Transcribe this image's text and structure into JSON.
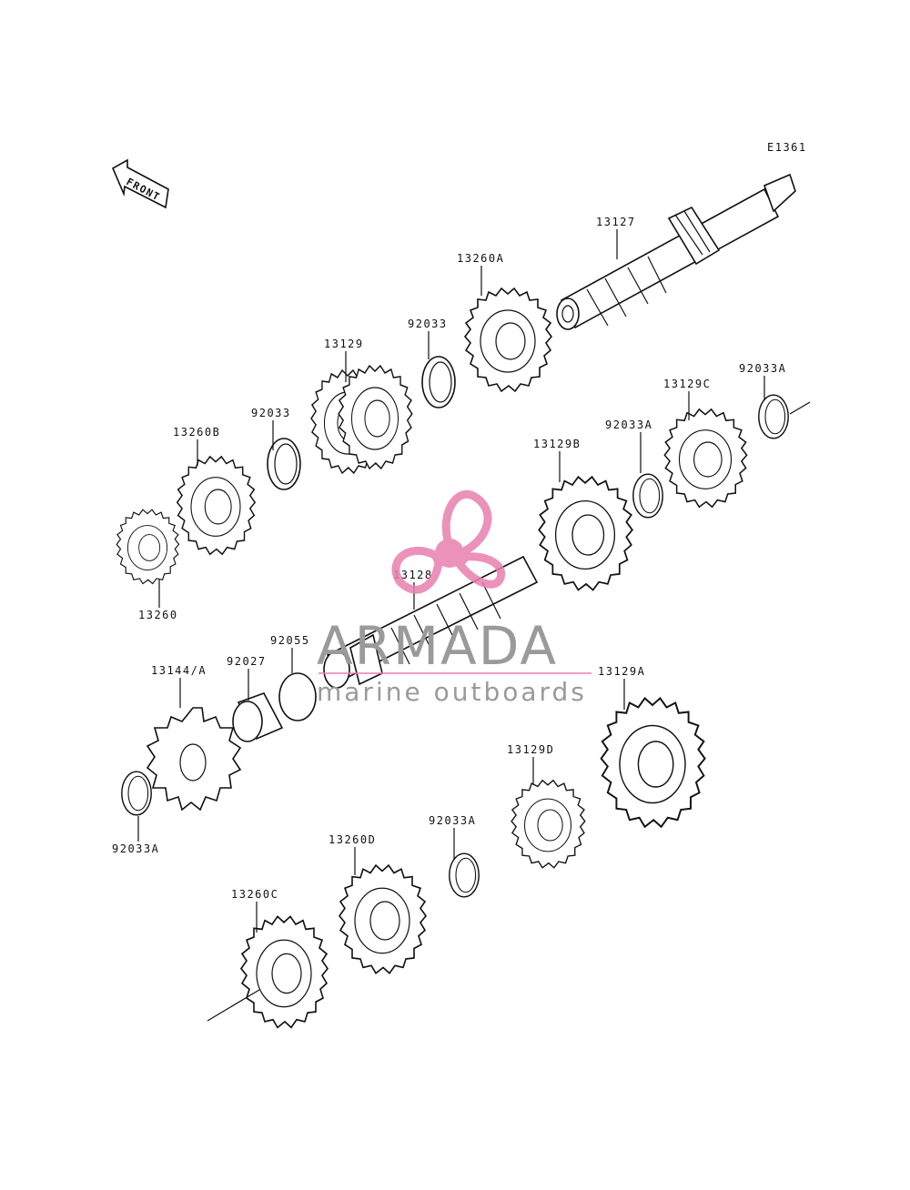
{
  "diagram": {
    "ref_code": "E1361",
    "front_label": "FRONT",
    "labels": {
      "p13127": "13127",
      "p13260A": "13260A",
      "p92033_upper": "92033",
      "p13129": "13129",
      "p92033_mid": "92033",
      "p13260B": "13260B",
      "p13260": "13260",
      "p13129C": "13129C",
      "p92033A_right": "92033A",
      "p92033A_mid": "92033A",
      "p13129B": "13129B",
      "p13128": "13128",
      "p92055": "92055",
      "p92027": "92027",
      "p13144A": "13144/A",
      "p92033A_left": "92033A",
      "p13129A": "13129A",
      "p13129D": "13129D",
      "p92033A_lower": "92033A",
      "p13260D": "13260D",
      "p13260C": "13260C"
    }
  },
  "watermark": {
    "brand": "ARMADA",
    "tagline": "marine outboards",
    "accent_color": "#e87fb0"
  }
}
